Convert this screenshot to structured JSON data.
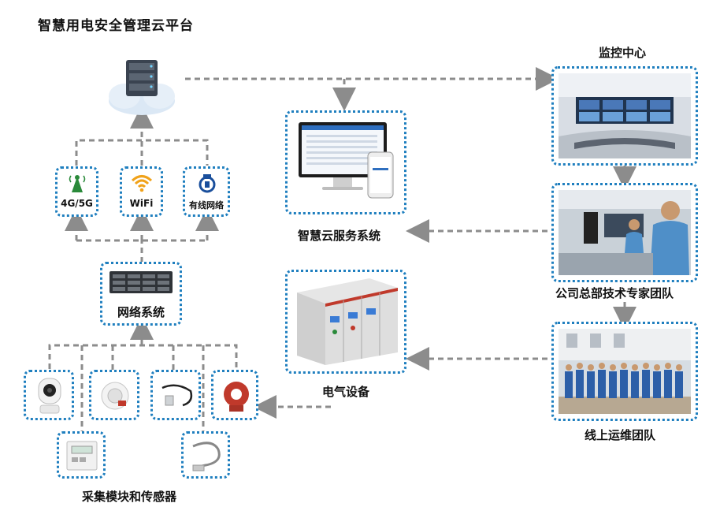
{
  "title": "智慧用电安全管理云平台",
  "network_options": {
    "cellular": "4G/5G",
    "wifi": "WiFi",
    "wired": "有线网络"
  },
  "network_system": "网络系统",
  "sensors_label": "采集模块和传感器",
  "cloud_service": "智慧云服务系统",
  "electrical_equipment": "电气设备",
  "monitoring_center": "监控中心",
  "hq_team": "公司总部技术专家团队",
  "ops_team": "线上运维团队",
  "colors": {
    "dotted_border": "#1f7fbf",
    "arrow_gray": "#8c8c8c",
    "cellular_green": "#2a8a3a",
    "wifi_orange": "#f0a21a",
    "wired_blue": "#1a4f9c",
    "sensor_red": "#c0392b"
  }
}
